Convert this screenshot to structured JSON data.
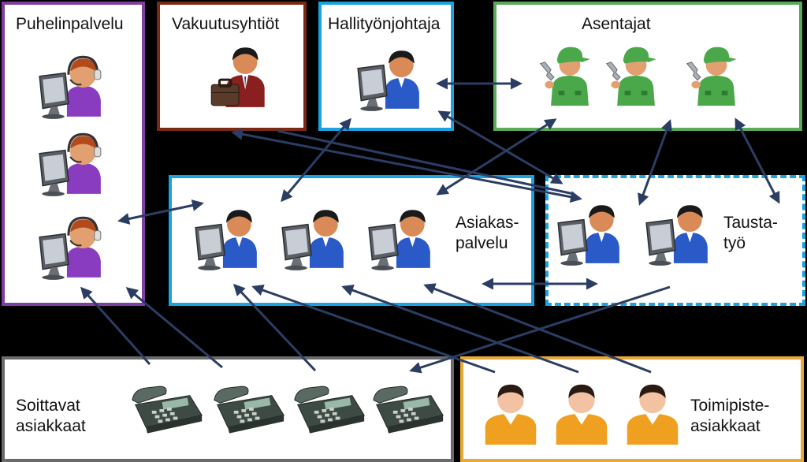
{
  "groups": {
    "puhelinpalvelu": {
      "label": "Puhelinpalvelu",
      "border": "#7e3fa0"
    },
    "vakuutusyhtiot": {
      "label": "Vakuutusyhtiöt",
      "border": "#7a2a14"
    },
    "hallityonjohtaja": {
      "label": "Hallityönjohtaja",
      "border": "#1aa3e0"
    },
    "asentajat": {
      "label": "Asentajat",
      "border": "#5aaa5a"
    },
    "asiakaspalvelu": {
      "label": "Asiakas-\npalvelu",
      "border": "#1aa3e0"
    },
    "taustatyo": {
      "label": "Tausta-\ntyö",
      "border": "#1aa3e0"
    },
    "soittavat": {
      "label": "Soittavat\nasiakkaat",
      "border": "#6a6a6a"
    },
    "toimipiste": {
      "label": "Toimipiste-\nasiakkaat",
      "border": "#e8a93a"
    }
  },
  "colors": {
    "arrow": "#2b3d63",
    "headset_agent": "#8a3cc0",
    "office_agent": "#2a5ac8",
    "mechanic": "#4aa84a",
    "customer": "#f0a020",
    "business": "#8a1f1f",
    "phone": "#4a5a52"
  },
  "icons": {
    "headset_agent": "headset-agent-icon",
    "office_agent": "office-agent-icon",
    "mechanic": "mechanic-icon",
    "customer": "customer-icon",
    "business": "businessman-icon",
    "phone": "desk-phone-icon"
  }
}
